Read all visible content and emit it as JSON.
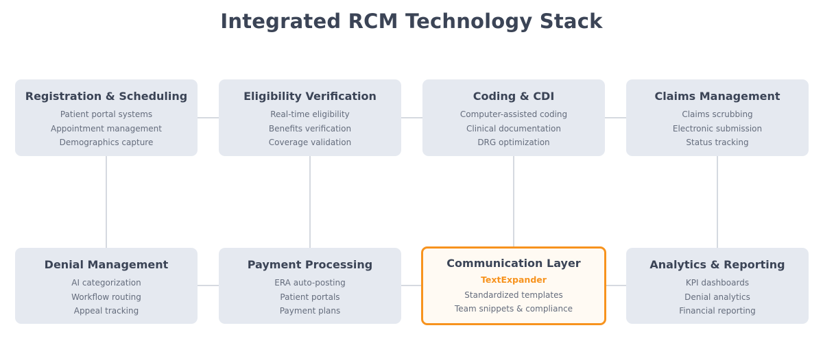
{
  "title": "Integrated RCM Technology Stack",
  "colors": {
    "box_bg": "#e5e9f0",
    "highlight_border": "#f7931e",
    "highlight_bg": "#fffaf3",
    "title_text": "#3b4456",
    "item_text": "#646c7c",
    "connector": "#d5d9e0"
  },
  "top_row": [
    {
      "title": "Registration & Scheduling",
      "items": [
        "Patient portal systems",
        "Appointment management",
        "Demographics capture"
      ]
    },
    {
      "title": "Eligibility Verification",
      "items": [
        "Real-time eligibility",
        "Benefits verification",
        "Coverage validation"
      ]
    },
    {
      "title": "Coding & CDI",
      "items": [
        "Computer-assisted coding",
        "Clinical documentation",
        "DRG optimization"
      ]
    },
    {
      "title": "Claims Management",
      "items": [
        "Claims scrubbing",
        "Electronic submission",
        "Status tracking"
      ]
    }
  ],
  "bottom_row": [
    {
      "title": "Denial Management",
      "items": [
        "AI categorization",
        "Workflow routing",
        "Appeal tracking"
      ]
    },
    {
      "title": "Payment Processing",
      "items": [
        "ERA auto-posting",
        "Patient portals",
        "Payment plans"
      ]
    },
    {
      "title": "Communication Layer",
      "accent": "TextExpander",
      "items": [
        "Standardized templates",
        "Team snippets & compliance"
      ]
    },
    {
      "title": "Analytics & Reporting",
      "items": [
        "KPI dashboards",
        "Denial analytics",
        "Financial reporting"
      ]
    }
  ]
}
